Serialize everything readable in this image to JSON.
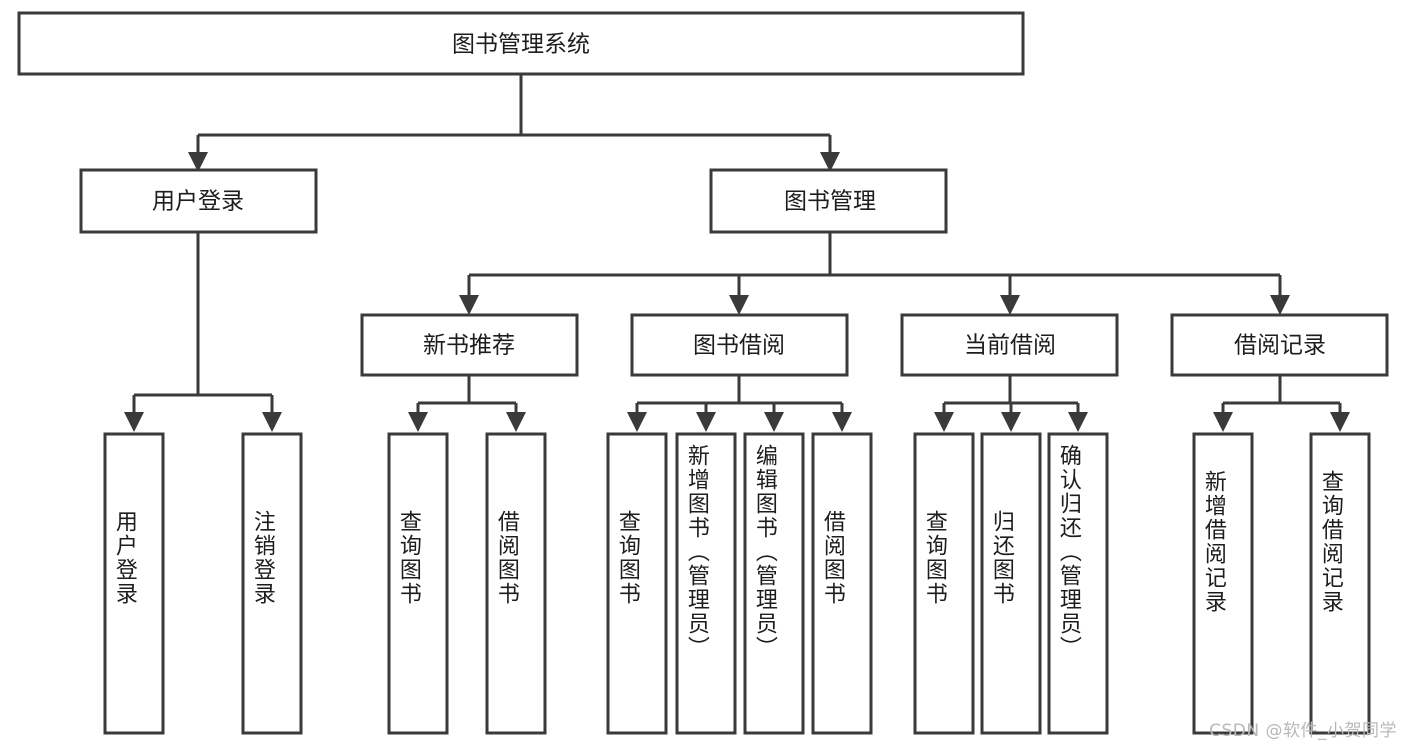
{
  "diagram": {
    "type": "tree-hierarchy",
    "orientation": "top-down",
    "title_node": {
      "label": "图书管理系统"
    },
    "level2": [
      {
        "id": "user-login",
        "label": "用户登录"
      },
      {
        "id": "book-management",
        "label": "图书管理"
      }
    ],
    "level3": [
      {
        "id": "new-book-recommend",
        "label": "新书推荐",
        "parent": "book-management"
      },
      {
        "id": "book-borrow",
        "label": "图书借阅",
        "parent": "book-management"
      },
      {
        "id": "current-borrow",
        "label": "当前借阅",
        "parent": "book-management"
      },
      {
        "id": "borrow-record",
        "label": "借阅记录",
        "parent": "book-management"
      }
    ],
    "leaves": {
      "user-login": [
        {
          "id": "leaf-user-login",
          "label": "用户登录"
        },
        {
          "id": "leaf-user-logout",
          "label": "注销登录"
        }
      ],
      "new-book-recommend": [
        {
          "id": "leaf-query-book-1",
          "label": "查询图书"
        },
        {
          "id": "leaf-borrow-book-1",
          "label": "借阅图书"
        }
      ],
      "book-borrow": [
        {
          "id": "leaf-query-book-2",
          "label": "查询图书"
        },
        {
          "id": "leaf-add-book",
          "label": "新增图书（管理员）"
        },
        {
          "id": "leaf-edit-book",
          "label": "编辑图书（管理员）"
        },
        {
          "id": "leaf-borrow-book-2",
          "label": "借阅图书"
        }
      ],
      "current-borrow": [
        {
          "id": "leaf-query-book-3",
          "label": "查询图书"
        },
        {
          "id": "leaf-return-book",
          "label": "归还图书"
        },
        {
          "id": "leaf-confirm-return",
          "label": "确认归还（管理员）"
        }
      ],
      "borrow-record": [
        {
          "id": "leaf-add-record",
          "label": "新增借阅记录"
        },
        {
          "id": "leaf-query-record",
          "label": "查询借阅记录"
        }
      ]
    },
    "colors": {
      "box_stroke": "#3a3a3a",
      "box_fill": "#ffffff",
      "text": "#1d1d1d",
      "watermark": "#b8b8b8",
      "background": "#ffffff"
    }
  },
  "watermark": {
    "text": "CSDN @软件_小贺同学"
  }
}
